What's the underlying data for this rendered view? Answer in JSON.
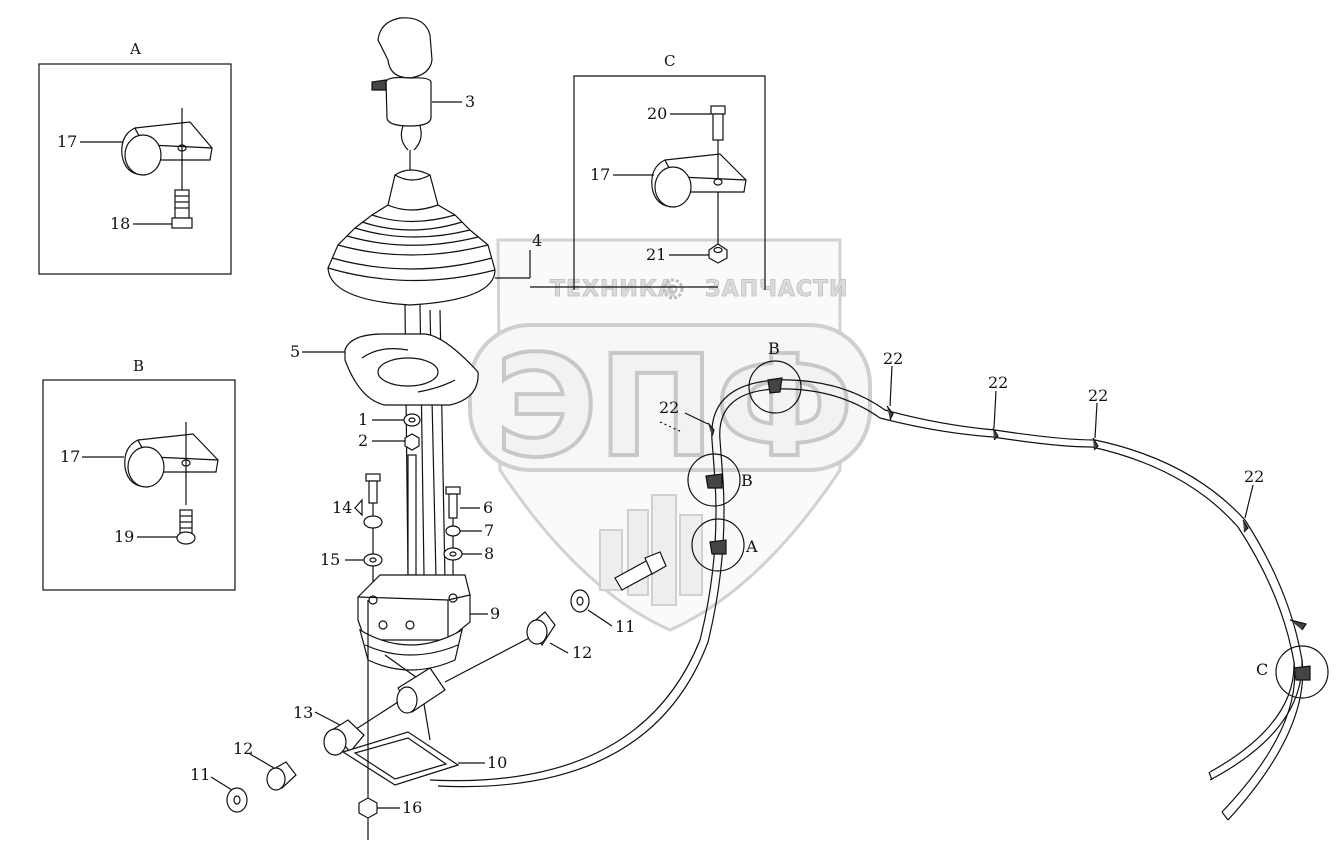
{
  "watermark": {
    "line1_left": "ТЕХНИКА",
    "line1_right": "ЗАПЧАСТИ",
    "big": "ЭПФ",
    "gear_icon": "gear-icon",
    "color_fill": "#f2f2f2",
    "color_stroke": "#c8c8c8"
  },
  "detail_views": [
    {
      "id": "A",
      "label": "A",
      "parts": [
        "17",
        "18"
      ]
    },
    {
      "id": "B",
      "label": "B",
      "parts": [
        "17",
        "19"
      ]
    },
    {
      "id": "C",
      "label": "C",
      "parts": [
        "20",
        "17",
        "21"
      ]
    }
  ],
  "callouts": {
    "c1": "1",
    "c2": "2",
    "c3": "3",
    "c4": "4",
    "c5": "5",
    "c6": "6",
    "c7": "7",
    "c8": "8",
    "c9": "9",
    "c10": "10",
    "c11a": "11",
    "c11b": "11",
    "c12a": "12",
    "c12b": "12",
    "c13": "13",
    "c14": "14",
    "c15": "15",
    "c16": "16",
    "c17a": "17",
    "c17b": "17",
    "c17c": "17",
    "c18": "18",
    "c19": "19",
    "c20": "20",
    "c21": "21",
    "c22a": "22",
    "c22b": "22",
    "c22c": "22",
    "c22d": "22",
    "c22e": "22"
  },
  "circle_refs": {
    "a": "A",
    "b1": "B",
    "b2": "B",
    "c": "C"
  }
}
